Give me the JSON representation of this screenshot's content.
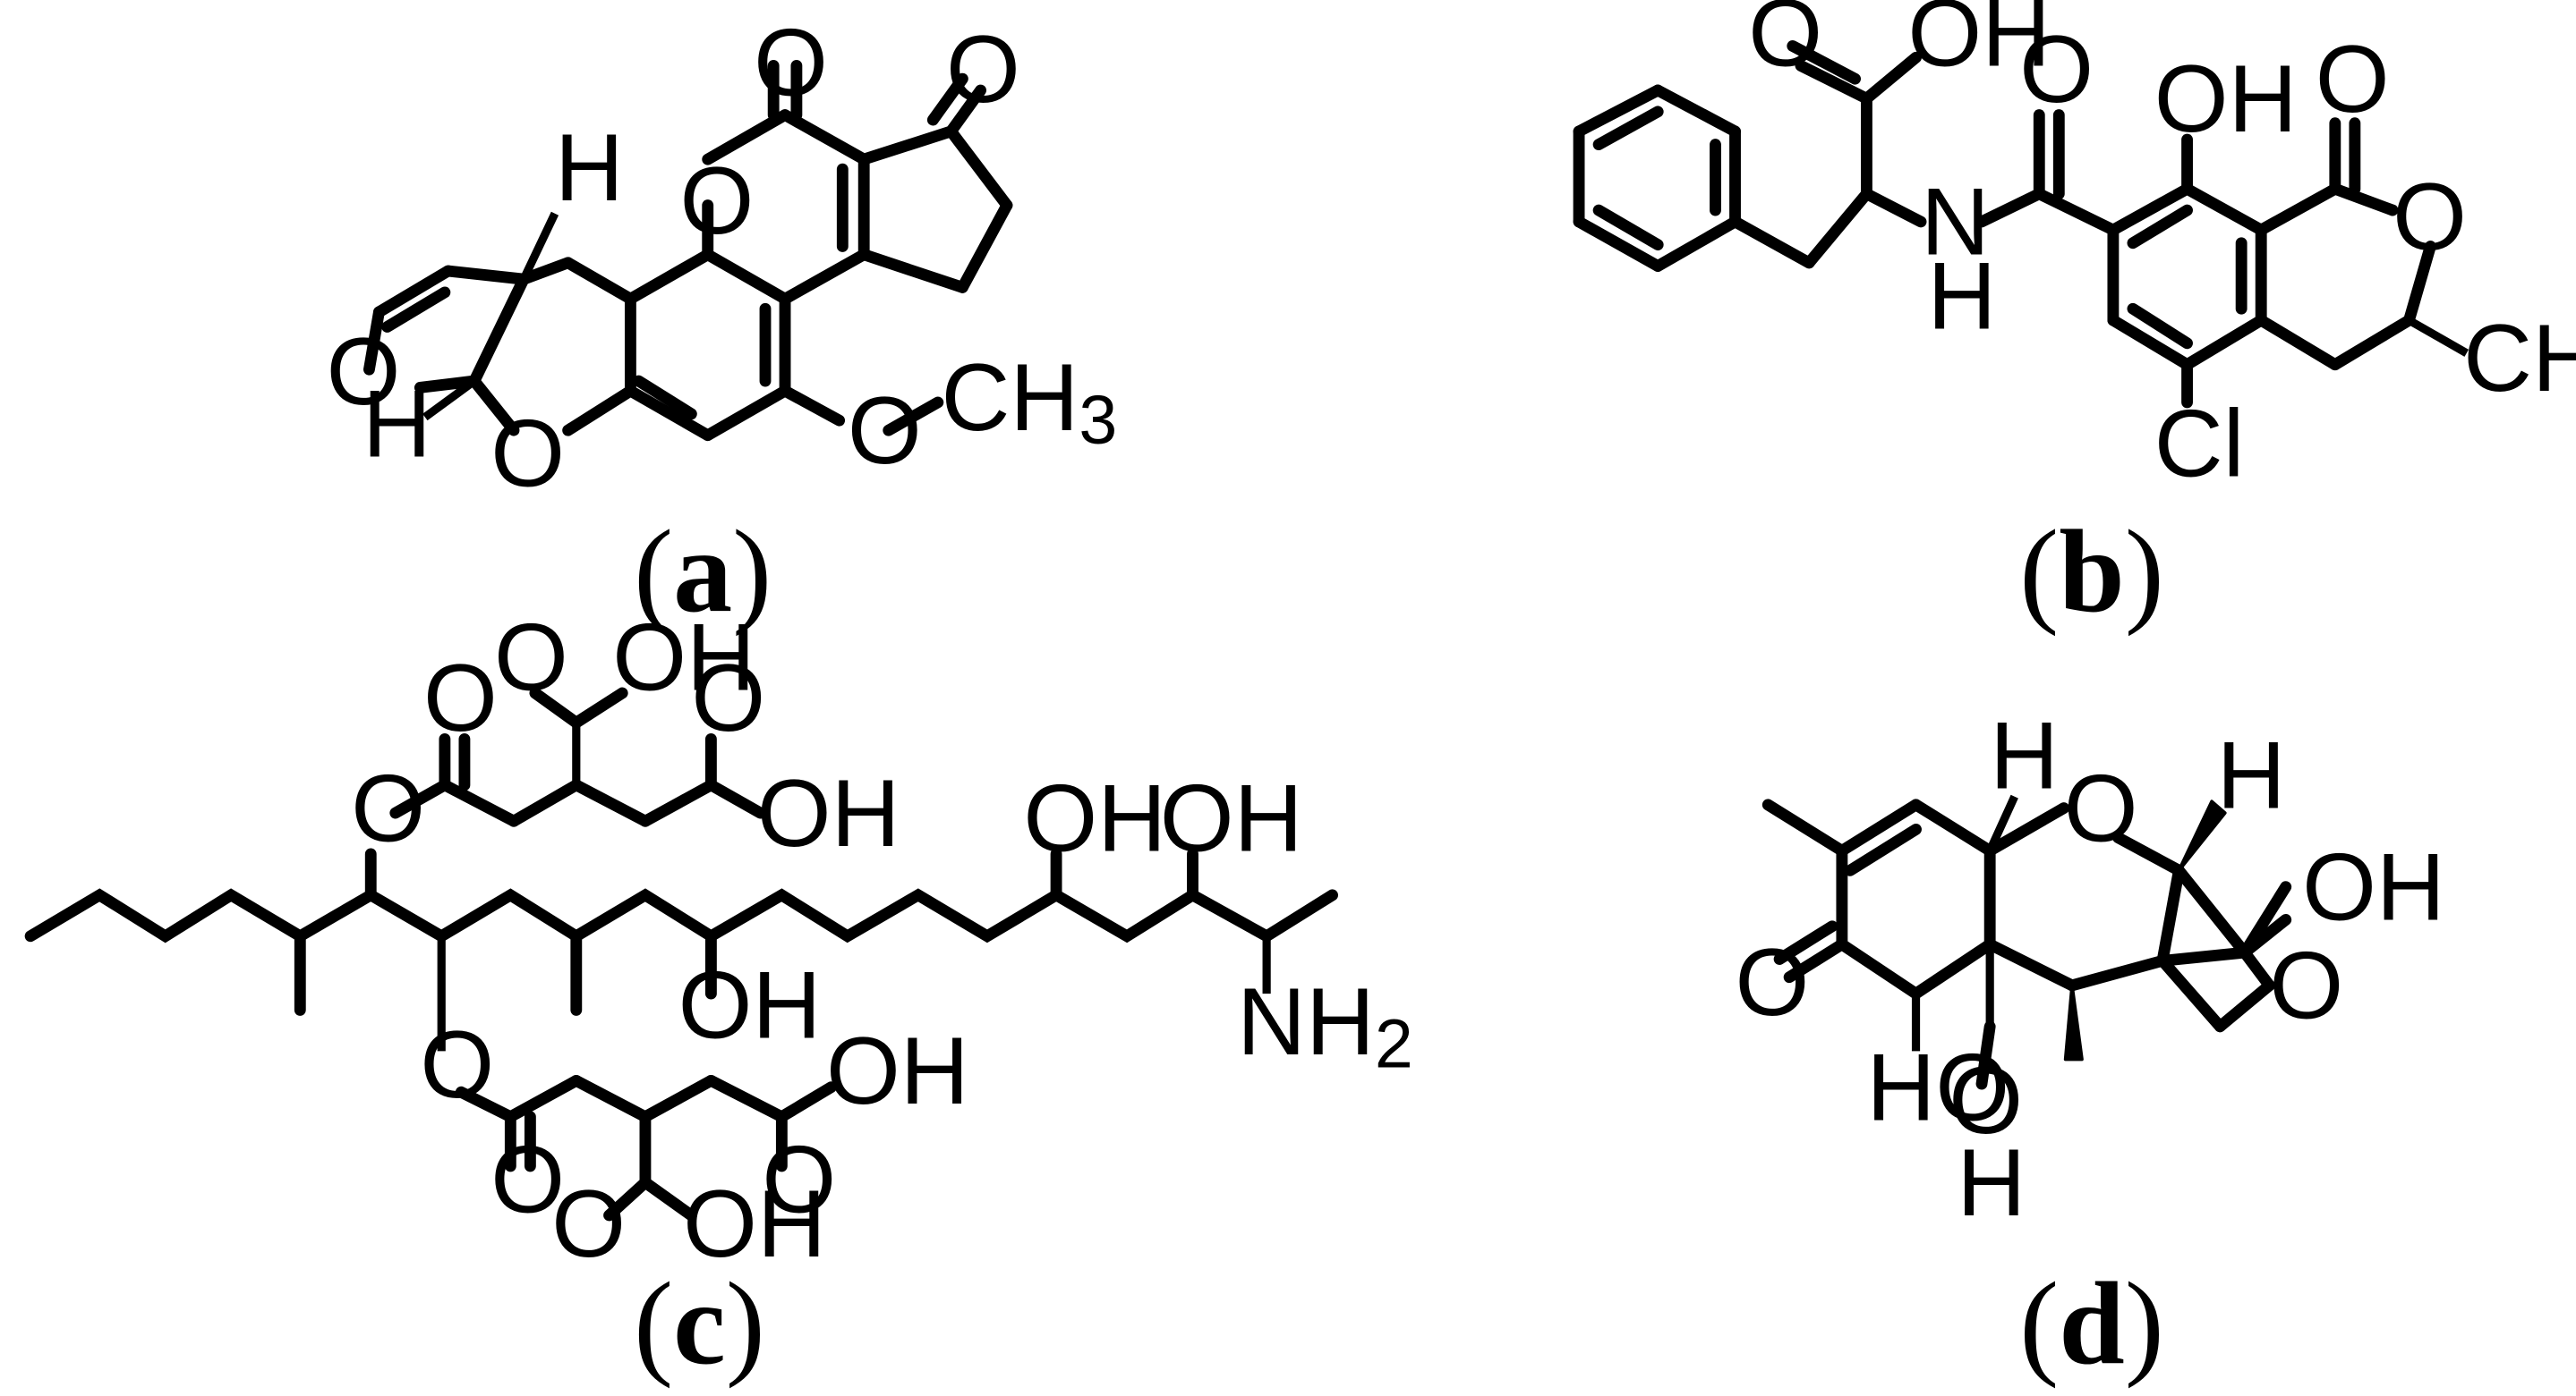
{
  "panels": [
    {
      "key": "a",
      "letter": "a"
    },
    {
      "key": "b",
      "letter": "b"
    },
    {
      "key": "c",
      "letter": "c"
    },
    {
      "key": "d",
      "letter": "d"
    }
  ],
  "atoms": {
    "O": "O",
    "H": "H",
    "N": "N",
    "OH": "OH",
    "HO": "HO",
    "Cl": "Cl",
    "CH3": "CH",
    "NH2": "NH",
    "sub3": "3",
    "sub2": "2"
  },
  "paren_open": "(",
  "paren_close": ")"
}
